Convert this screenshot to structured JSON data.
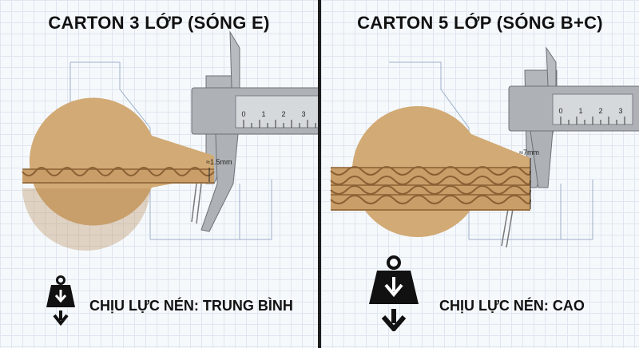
{
  "left": {
    "title": "CARTON 3 LỚP (SÓNG E)",
    "measure": "≈1.5mm",
    "strength": "CHỊU LỰC NÉN: TRUNG BÌNH"
  },
  "right": {
    "title": "CARTON 5 LỚP (SÓNG B+C)",
    "measure": "≈7mm",
    "strength": "CHỊU LỰC NÉN: CAO"
  },
  "caliper": {
    "scale_labels": [
      "0",
      "1",
      "2",
      "3"
    ]
  },
  "colors": {
    "cardboard": "#d4ac78",
    "cardboard_dark": "#b8864f",
    "steel": "#a9adb3",
    "ink": "#111111",
    "grid": "#dfe6ef"
  },
  "icons": {
    "weight": "weight-arrow-down-icon"
  }
}
